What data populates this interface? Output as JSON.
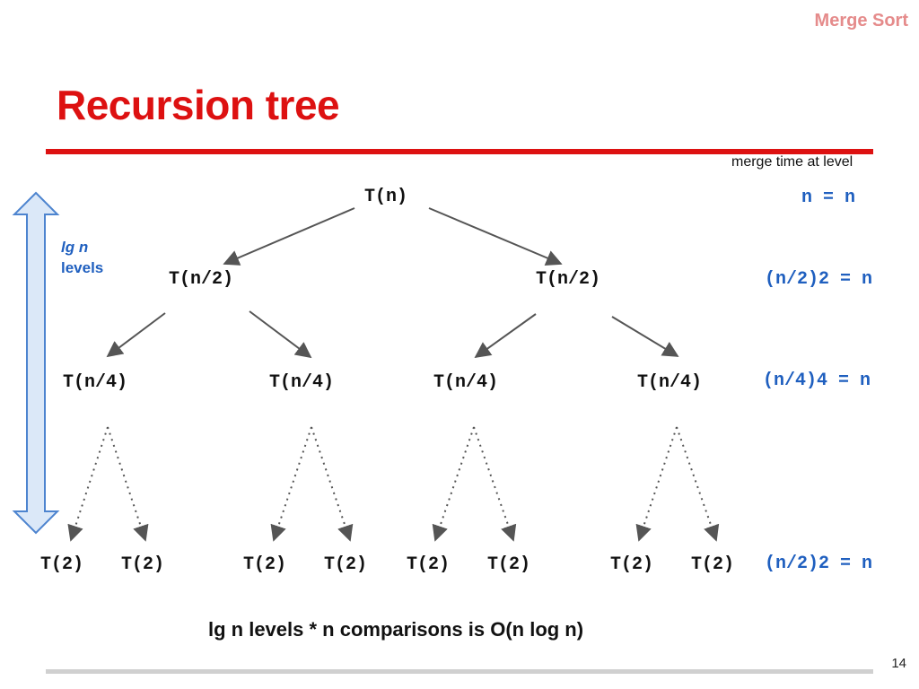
{
  "header": {
    "section": "Merge Sort",
    "title": "Recursion tree"
  },
  "diagram": {
    "column_header": "merge time at level",
    "levels_label": {
      "line1": "lg n",
      "line2": "levels"
    },
    "levels": [
      {
        "nodes": [
          "T(n)"
        ],
        "merge": "n = n"
      },
      {
        "nodes": [
          "T(n/2)",
          "T(n/2)"
        ],
        "merge": "(n/2)2 = n"
      },
      {
        "nodes": [
          "T(n/4)",
          "T(n/4)",
          "T(n/4)",
          "T(n/4)"
        ],
        "merge": "(n/4)4 = n"
      },
      {
        "nodes": [
          "T(2)",
          "T(2)",
          "T(2)",
          "T(2)",
          "T(2)",
          "T(2)",
          "T(2)",
          "T(2)"
        ],
        "merge": "(n/2)2 = n"
      }
    ]
  },
  "conclusion": "lg n levels * n comparisons is O(n log n)",
  "footer": {
    "page_number": "14"
  },
  "colors": {
    "title": "#dd1111",
    "section": "#e58b8b",
    "accent_blue": "#1f5fbf",
    "arrow_fill": "#dbe8f8"
  }
}
